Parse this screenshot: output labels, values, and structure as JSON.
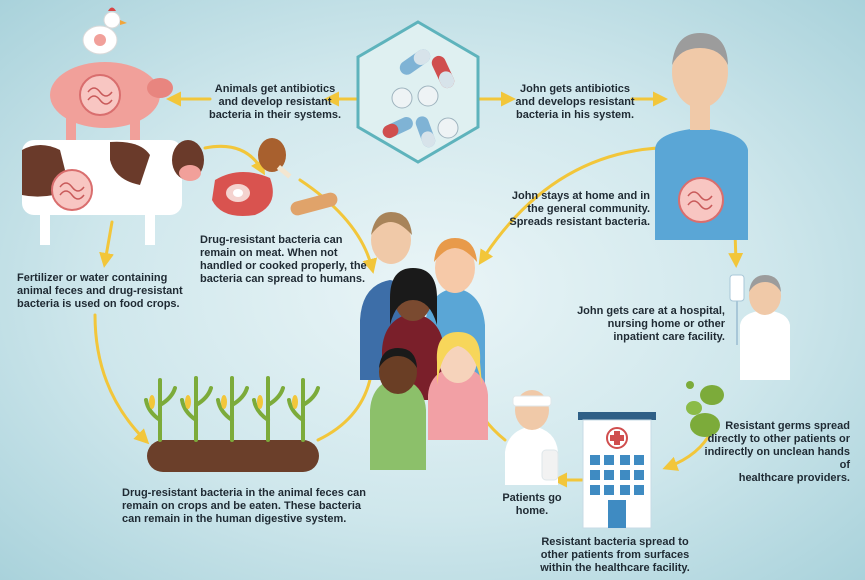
{
  "labels": {
    "animals_get_antibiotics": "Animals get antibiotics\nand develop resistant\nbacteria in their systems.",
    "john_gets_antibiotics": "John gets antibiotics\nand develops resistant\nbacteria in his system.",
    "meat_bacteria": "Drug-resistant bacteria can\nremain on meat. When not\nhandled or cooked properly, the\nbacteria can spread to humans.",
    "fertilizer_water": "Fertilizer or water containing\nanimal feces and drug-resistant\nbacteria is used on food crops.",
    "john_stays_home": "John stays at home and in\nthe general community.\nSpreads resistant bacteria.",
    "john_hospital_care": "John gets care at a hospital,\nnursing home or other\ninpatient care facility.",
    "resistant_germs_spread": "Resistant germs spread\ndirectly to other patients or\nindirectly on unclean hands of\nhealthcare providers.",
    "crops_bacteria": "Drug-resistant bacteria in the animal feces can\nremain on crops and be eaten. These bacteria\ncan remain in the human digestive system.",
    "patients_go_home": "Patients go\nhome.",
    "surfaces_spread": "Resistant bacteria spread to\nother patients from surfaces\nwithin the healthcare facility."
  },
  "colors": {
    "arrow": "#f2c63a",
    "hexagon": "#5eb3bc",
    "pig": "#f1a09a",
    "cow_patch": "#6a3a2a",
    "shirt_blue": "#5aa6d6",
    "germ_green": "#7cab3a",
    "building_blue": "#3f8bc2",
    "soil": "#6b3f2a"
  },
  "icons": [
    "pills-hexagon-icon",
    "chicken-icon",
    "pig-icon",
    "cow-icon",
    "meat-icon",
    "john-icon",
    "people-group-icon",
    "iv-patient-icon",
    "germs-icon",
    "hospital-icon",
    "injured-patient-icon",
    "crops-icon"
  ]
}
